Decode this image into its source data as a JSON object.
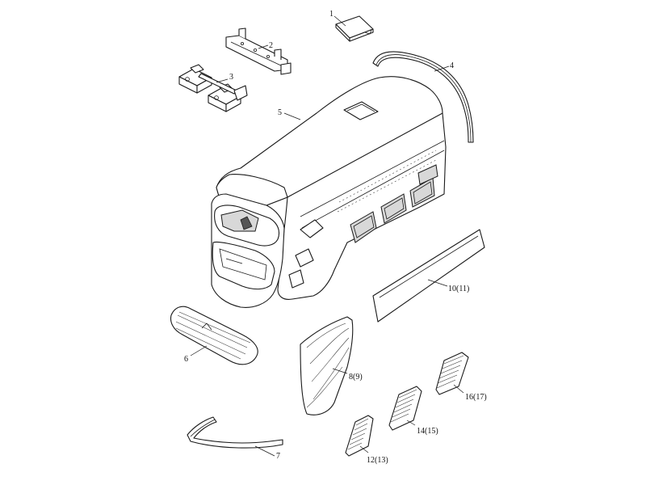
{
  "callouts": {
    "c1": "1",
    "c2": "2",
    "c3": "3",
    "c4": "4",
    "c5": "5",
    "c6": "6",
    "c7": "7",
    "c8": "8(9)",
    "c10": "10(11)",
    "c12": "12(13)",
    "c14": "14(15)",
    "c16": "16(17)"
  }
}
